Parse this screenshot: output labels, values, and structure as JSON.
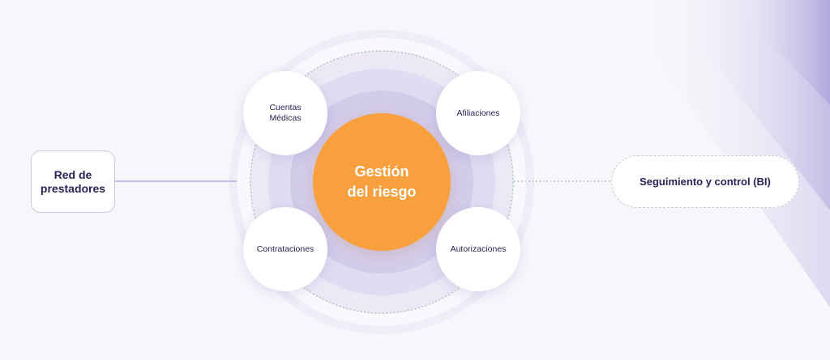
{
  "center": {
    "label": "Gestión\ndel riesgo",
    "color": "#f8a03e"
  },
  "modules": [
    {
      "label": "Cuentas\nMédicas"
    },
    {
      "label": "Afiliaciones"
    },
    {
      "label": "Contrataciones"
    },
    {
      "label": "Autorizaciones"
    }
  ],
  "left_node": {
    "label": "Red de\nprestadores"
  },
  "right_node": {
    "label": "Seguimiento y control (BI)"
  },
  "colors": {
    "accent_purple": "#8b7fd1",
    "text_dark": "#2a2357",
    "dotted_teal": "#8fbfae",
    "background": "#f7f6fb"
  }
}
